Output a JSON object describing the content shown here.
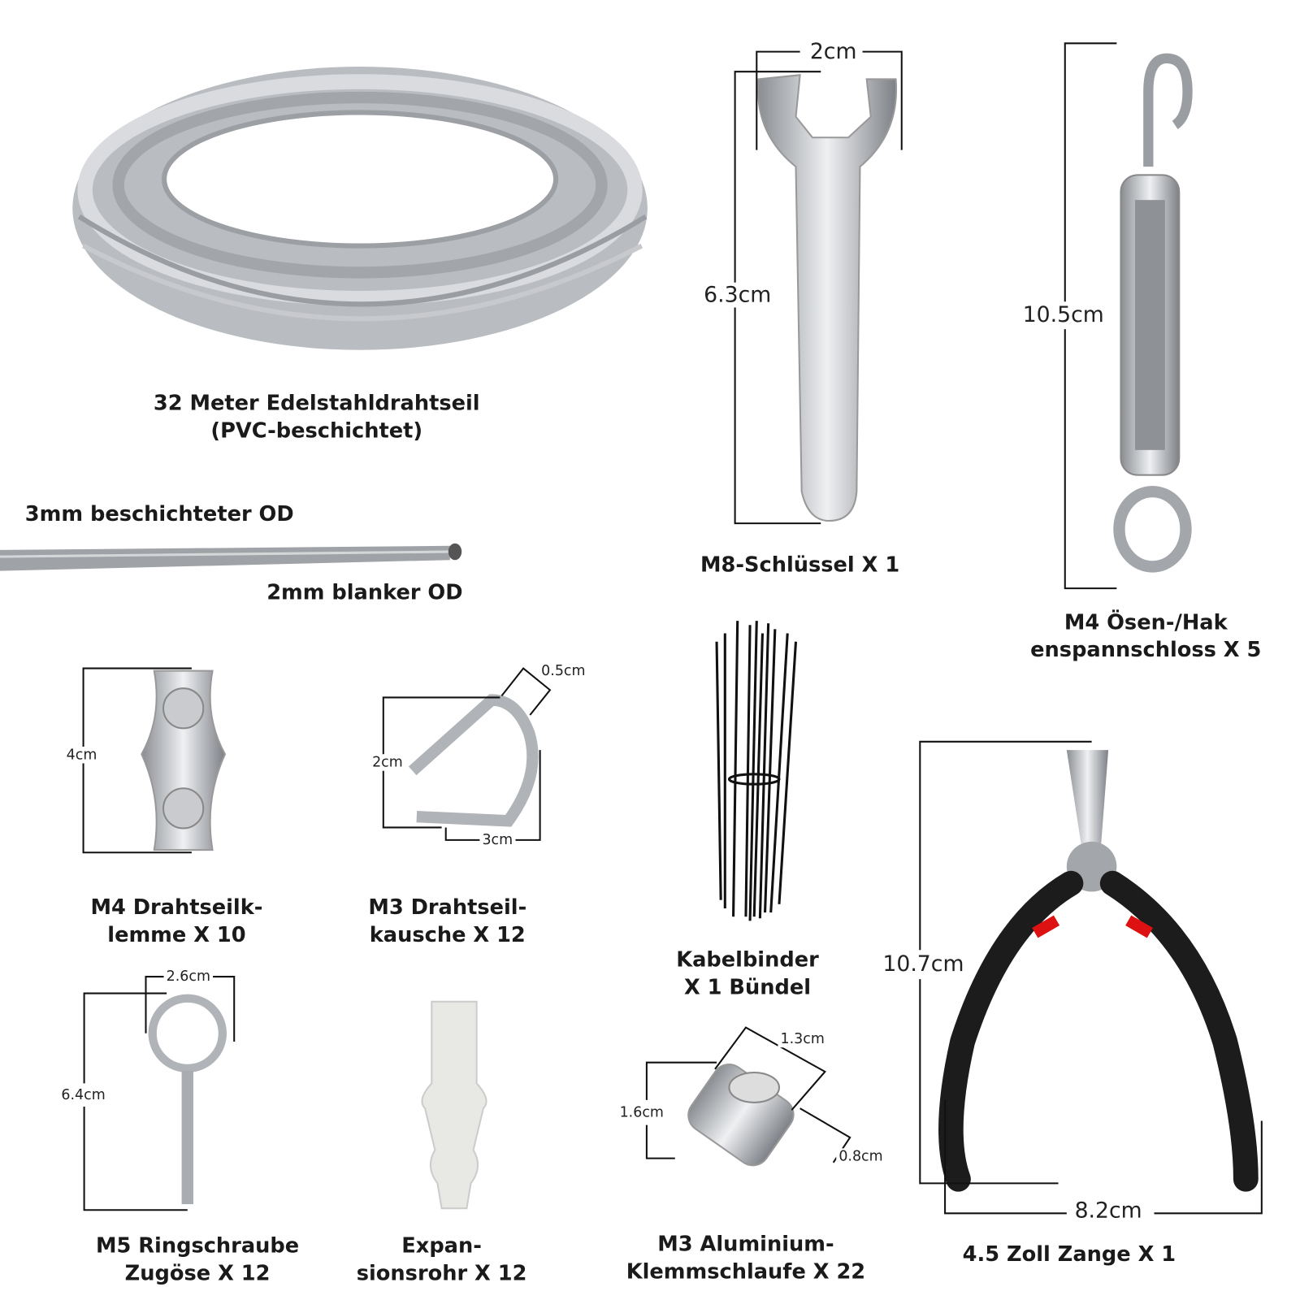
{
  "items": [
    {
      "id": "cable",
      "label_lines": [
        "32 Meter Edelstahldrahtseil",
        "(PVC-beschichtet)"
      ]
    },
    {
      "id": "cable-detail",
      "coated": "3mm beschichteter OD",
      "bare": "2mm blanker OD"
    },
    {
      "id": "wrench",
      "label_lines": [
        "M8-Schlüssel X 1"
      ],
      "dims": [
        "2cm",
        "6.3cm"
      ]
    },
    {
      "id": "turnbuckle",
      "label_lines": [
        "M4 Ösen-/Hak",
        "enspannschloss X 5"
      ],
      "dims": [
        "10.5cm"
      ]
    },
    {
      "id": "clamp",
      "label_lines": [
        "M4 Drahtseilk-",
        "lemme X 10"
      ],
      "dims": [
        "4cm"
      ]
    },
    {
      "id": "thimble",
      "label_lines": [
        "M3 Drahtseil-",
        "kausche X 12"
      ],
      "dims": [
        "0.5cm",
        "2cm",
        "3cm"
      ]
    },
    {
      "id": "zipties",
      "label_lines": [
        "Kabelbinder",
        "X 1 Bündel"
      ]
    },
    {
      "id": "pliers",
      "label_lines": [
        "4.5 Zoll Zange X 1"
      ],
      "dims": [
        "10.7cm",
        "8.2cm"
      ]
    },
    {
      "id": "eyebolt",
      "label_lines": [
        "M5 Ringschraube",
        "Zugöse X 12"
      ],
      "dims": [
        "2.6cm",
        "6.4cm"
      ]
    },
    {
      "id": "anchor",
      "label_lines": [
        "Expan-",
        "sionsrohr X 12"
      ]
    },
    {
      "id": "ferrule",
      "label_lines": [
        "M3 Aluminium-",
        "Klemmschlaufe X 22"
      ],
      "dims": [
        "1.3cm",
        "1.6cm",
        "0.8cm"
      ]
    }
  ]
}
